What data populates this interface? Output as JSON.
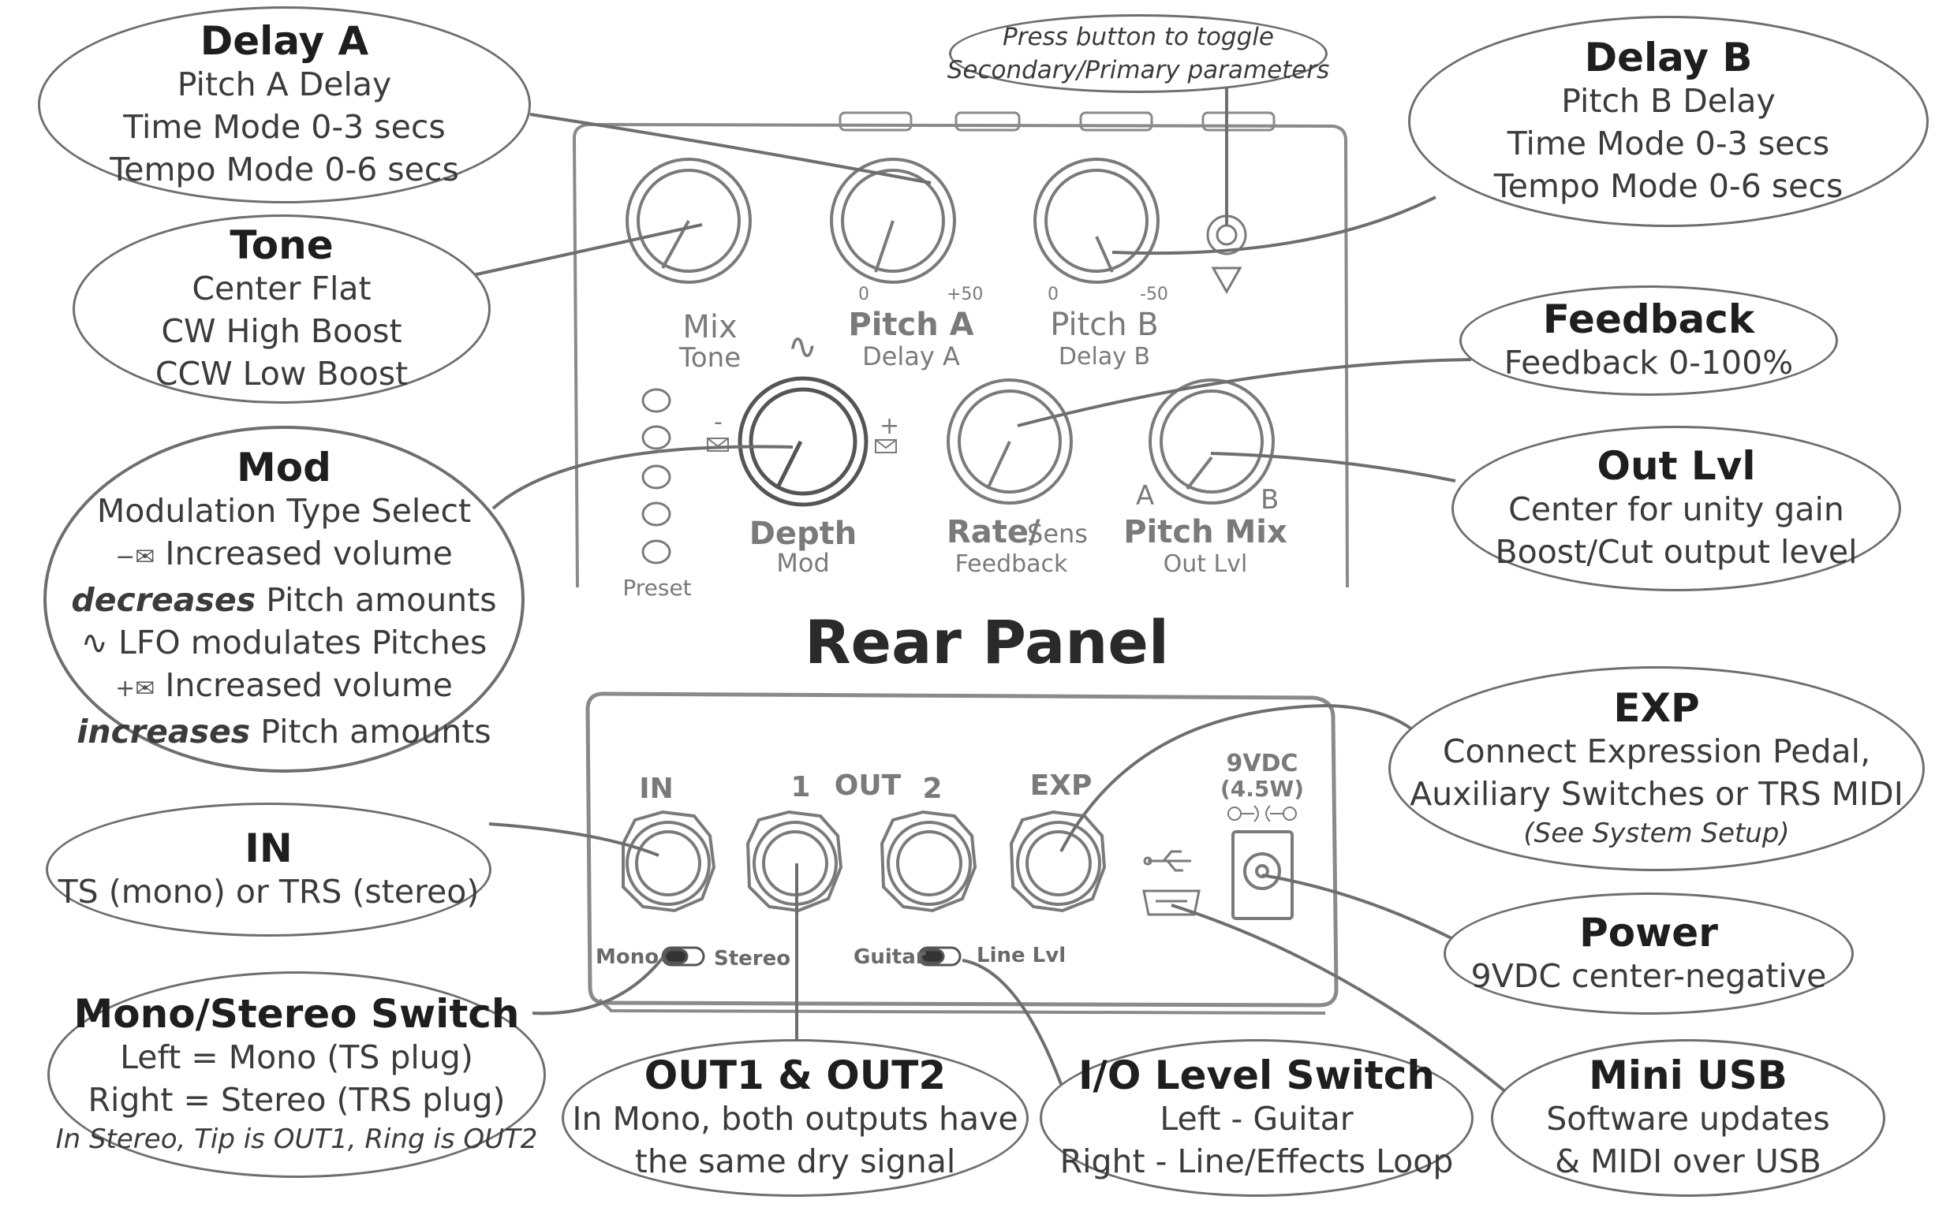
{
  "rear_title": "Rear Panel",
  "toggle_note": [
    "Press button to toggle",
    "Secondary/Primary parameters"
  ],
  "callouts": {
    "delay_a": {
      "title": "Delay A",
      "lines": [
        "Pitch A Delay",
        "Time Mode 0-3 secs",
        "Tempo Mode 0-6 secs"
      ]
    },
    "tone": {
      "title": "Tone",
      "lines": [
        "Center Flat",
        "CW High Boost",
        "CCW Low Boost"
      ]
    },
    "mod": {
      "title": "Mod",
      "lines": [
        "Modulation Type Select",
        "Increased volume",
        "decreases",
        "Pitch amounts",
        "LFO modulates Pitches",
        "Increased volume",
        "increases",
        "Pitch amounts"
      ]
    },
    "delay_b": {
      "title": "Delay B",
      "lines": [
        "Pitch B Delay",
        "Time Mode 0-3 secs",
        "Tempo Mode 0-6 secs"
      ]
    },
    "feedback": {
      "title": "Feedback",
      "lines": [
        "Feedback 0-100%"
      ]
    },
    "out_lvl": {
      "title": "Out Lvl",
      "lines": [
        "Center for unity gain",
        "Boost/Cut output level"
      ]
    },
    "exp": {
      "title": "EXP",
      "lines": [
        "Connect Expression Pedal,",
        "Auxiliary Switches or TRS MIDI"
      ],
      "note": "(See System Setup)"
    },
    "in": {
      "title": "IN",
      "lines": [
        "TS (mono) or TRS (stereo)"
      ]
    },
    "power": {
      "title": "Power",
      "lines": [
        "9VDC center-negative"
      ]
    },
    "mono_stereo": {
      "title": "Mono/Stereo Switch",
      "lines": [
        "Left = Mono (TS plug)",
        "Right = Stereo (TRS plug)"
      ],
      "note": "In Stereo, Tip is OUT1, Ring is OUT2"
    },
    "out12": {
      "title": "OUT1 & OUT2",
      "lines": [
        "In Mono, both outputs have",
        "the same dry signal"
      ]
    },
    "io_level": {
      "title": "I/O Level Switch",
      "lines": [
        "Left - Guitar",
        "Right - Line/Effects Loop"
      ]
    },
    "mini_usb": {
      "title": "Mini USB",
      "lines": [
        "Software updates",
        "& MIDI over USB"
      ]
    }
  },
  "front_panel": {
    "knob_labels": [
      {
        "main": "Mix",
        "sub": "Tone"
      },
      {
        "main": "Pitch A",
        "sub": "Delay A",
        "min": "0",
        "max": "+50"
      },
      {
        "main": "Pitch B",
        "sub": "Delay B",
        "min": "0",
        "max": "-50"
      },
      {
        "main": "Depth",
        "sub": "Mod",
        "minus": "-",
        "plus": "+"
      },
      {
        "main": "Rate/",
        "main2": "Sens",
        "sub": "Feedback"
      },
      {
        "main": "Pitch Mix",
        "sub": "Out Lvl",
        "a": "A",
        "b": "B"
      }
    ],
    "preset_label": "Preset",
    "wave_symbol": "∿"
  },
  "rear_panel": {
    "jack_labels": {
      "in": "IN",
      "out1": "1",
      "out": "OUT",
      "out2": "2",
      "exp": "EXP"
    },
    "power_label": [
      "9VDC",
      "(4.5W)"
    ],
    "switch_mono": "Mono",
    "switch_stereo": "Stereo",
    "switch_guitar": "Guitar",
    "switch_line": "Line Lvl"
  },
  "colors": {
    "stroke": "#6e6e6e",
    "panel": "#8a8a8a",
    "text": "#2b2b2b",
    "label": "#7a7a7a"
  }
}
